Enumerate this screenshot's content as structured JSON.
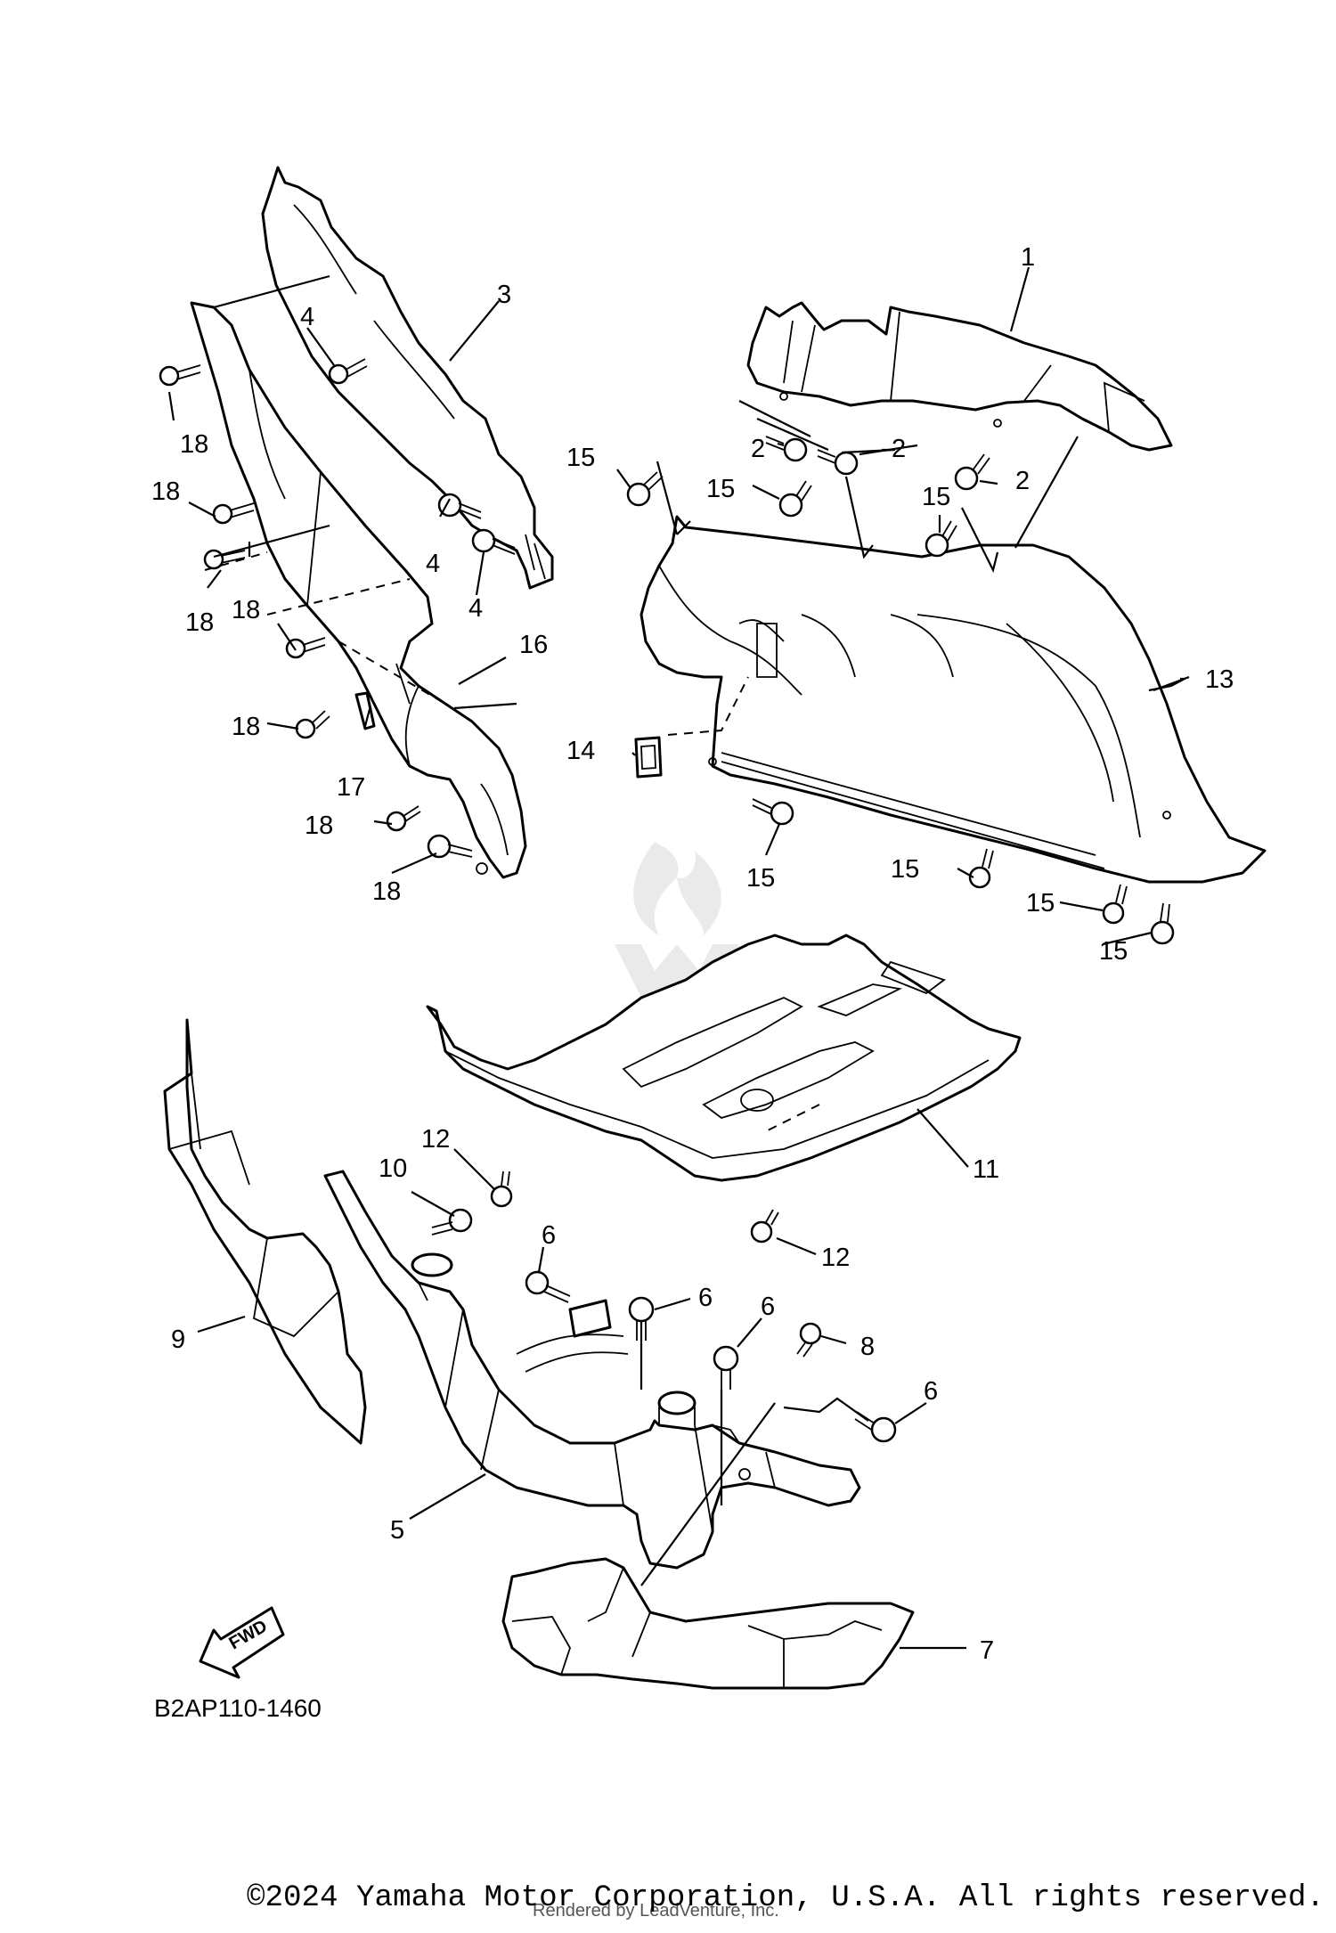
{
  "diagram": {
    "code": "B2AP110-1460",
    "fwd_label": "FWD",
    "copyright": "©2024 Yamaha Motor Corporation, U.S.A. All rights reserved.",
    "rendered_by": "Rendered by LeadVenture, Inc.",
    "callouts": [
      "1",
      "2",
      "2",
      "2",
      "3",
      "4",
      "4",
      "4",
      "5",
      "6",
      "6",
      "6",
      "6",
      "7",
      "8",
      "9",
      "10",
      "11",
      "12",
      "12",
      "13",
      "14",
      "15",
      "15",
      "15",
      "15",
      "15",
      "15",
      "15",
      "16",
      "17",
      "18",
      "18",
      "18",
      "18",
      "18",
      "18",
      "18"
    ]
  }
}
